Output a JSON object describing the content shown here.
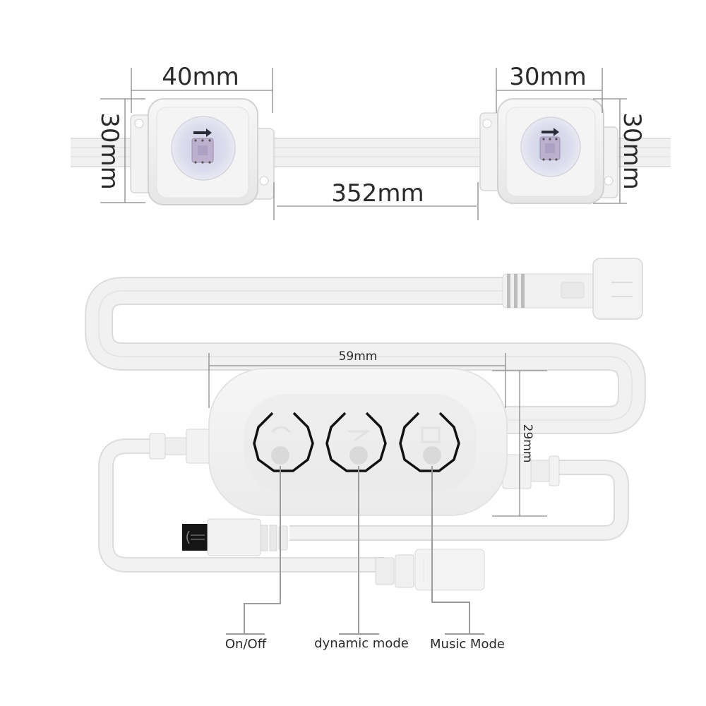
{
  "diagram": {
    "type": "product-dimension-diagram",
    "sections": {
      "pixel_modules": {
        "module_left": {
          "width_label": "40mm",
          "height_label": "30mm"
        },
        "module_right": {
          "width_label": "30mm",
          "height_label": "30mm"
        },
        "spacing_label": "352mm"
      },
      "controller": {
        "width_label": "59mm",
        "height_label": "29mm",
        "buttons": [
          {
            "id": "power",
            "label": "On/Off"
          },
          {
            "id": "dynamic",
            "label": "dynamic mode"
          },
          {
            "id": "music",
            "label": "Music Mode"
          }
        ]
      }
    },
    "colors": {
      "background": "#ffffff",
      "cable": "#efefef",
      "cable_edge": "#d9d9d9",
      "module_body": "#f1f1f1",
      "led_lens": "#dcdcec",
      "button_outline": "#111111",
      "dimension_line": "#8a8a8a",
      "text": "#2a2a2a"
    }
  }
}
